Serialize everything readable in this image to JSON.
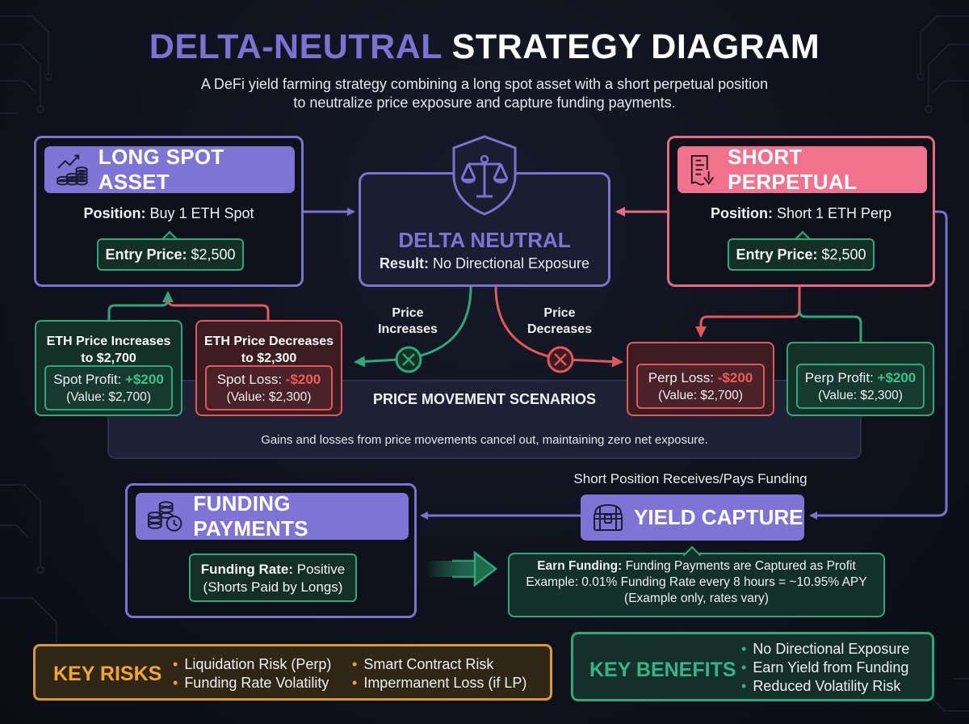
{
  "title": {
    "accent": "DELTA-NEUTRAL",
    "rest": "STRATEGY DIAGRAM"
  },
  "subtitle": [
    "A DeFi yield farming strategy combining a long spot asset with a short perpetual position",
    "to neutralize price exposure and capture funding payments."
  ],
  "colors": {
    "purple": "#7d74d6",
    "pink": "#f0728c",
    "green": "#2ea87a",
    "red": "#e0585c",
    "orange": "#d89a34",
    "background": "#0f121c"
  },
  "long_spot": {
    "title": "LONG SPOT ASSET",
    "icon": "growth-coins-icon",
    "position_label": "Position:",
    "position_value": "Buy 1 ETH Spot",
    "entry_label": "Entry Price:",
    "entry_value": "$2,500"
  },
  "short_perp": {
    "title": "SHORT PERPETUAL",
    "icon": "contract-down-icon",
    "position_label": "Position:",
    "position_value": "Short 1 ETH Perp",
    "entry_label": "Entry Price:",
    "entry_value": "$2,500"
  },
  "delta_neutral": {
    "icon": "shield-scales-icon",
    "title": "DELTA NEUTRAL",
    "result_label": "Result:",
    "result_value": "No Directional Exposure"
  },
  "moves": {
    "increase": [
      "Price",
      "Increases"
    ],
    "decrease": [
      "Price",
      "Decreases"
    ]
  },
  "scenarios": {
    "title": "PRICE MOVEMENT SCENARIOS",
    "description": "Gains and losses from price movements cancel out, maintaining zero net exposure.",
    "spot_up": {
      "head": [
        "ETH Price Increases",
        "to $2,700"
      ],
      "label": "Spot Profit:",
      "amount": "+$200",
      "value": "(Value: $2,700)"
    },
    "spot_down": {
      "head": [
        "ETH Price Decreases",
        "to $2,300"
      ],
      "label": "Spot Loss:",
      "amount": "-$200",
      "value": "(Value: $2,300)"
    },
    "perp_loss": {
      "label": "Perp Loss:",
      "amount": "-$200",
      "value": "(Value: $2,700)"
    },
    "perp_profit": {
      "label": "Perp Profit:",
      "amount": "+$200",
      "value": "(Value: $2,300)"
    }
  },
  "funding": {
    "title": "FUNDING PAYMENTS",
    "icon": "coins-clock-icon",
    "rate_label": "Funding Rate:",
    "rate_value": "Positive",
    "rate_note": "(Shorts Paid by Longs)"
  },
  "yield": {
    "note": "Short Position Receives/Pays Funding",
    "title": "YIELD CAPTURE",
    "icon": "treasure-chest-icon",
    "earn_label": "Earn Funding:",
    "earn_value": "Funding Payments are Captured as Profit",
    "example": "Example: 0.01% Funding Rate every 8 hours = ~10.95% APY",
    "disclaimer": "(Example only, rates vary)"
  },
  "risks": {
    "title": "KEY RISKS",
    "items": [
      "Liquidation Risk (Perp)",
      "Funding Rate Volatility",
      "Smart Contract Risk",
      "Impermanent Loss (if LP)"
    ]
  },
  "benefits": {
    "title": "KEY BENEFITS",
    "items": [
      "No Directional Exposure",
      "Earn Yield from Funding",
      "Reduced Volatility Risk"
    ]
  }
}
